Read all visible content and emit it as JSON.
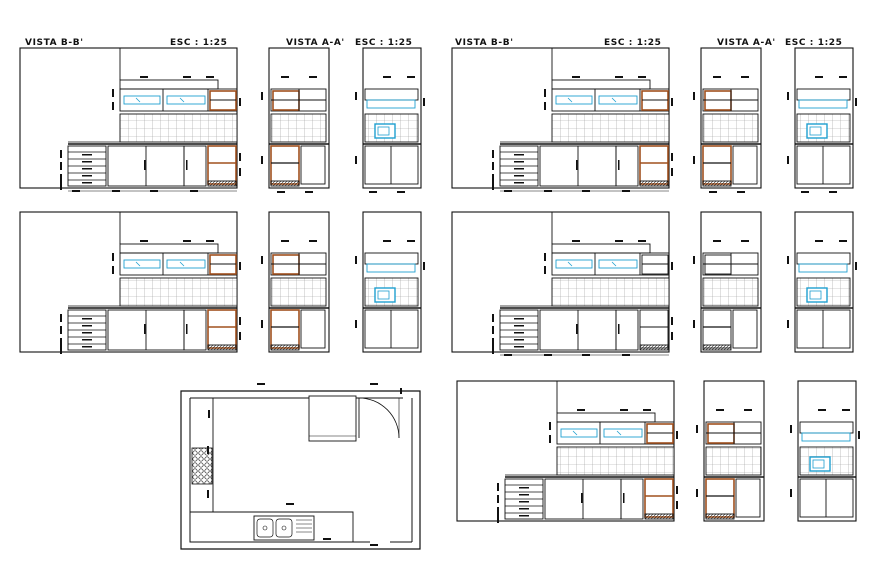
{
  "drawing": {
    "header_left": {
      "view_b": "VISTA B-B'",
      "scale_b": "ESC : 1:25",
      "view_a": "VISTA A-A'",
      "scale_a": "ESC : 1:25"
    },
    "header_right": {
      "view_b": "VISTA B-B'",
      "scale_b": "ESC : 1:25",
      "view_a": "VISTA A-A'",
      "scale_a": "ESC : 1:25"
    }
  },
  "colors": {
    "line": "#111111",
    "wood": "#a0501e",
    "accent": "#1e9fd0",
    "tile": "#9a9a9a"
  },
  "icons": [
    "sink-icon",
    "stove-icon",
    "microwave-icon",
    "door-swing-icon",
    "drawer-stack-icon"
  ]
}
